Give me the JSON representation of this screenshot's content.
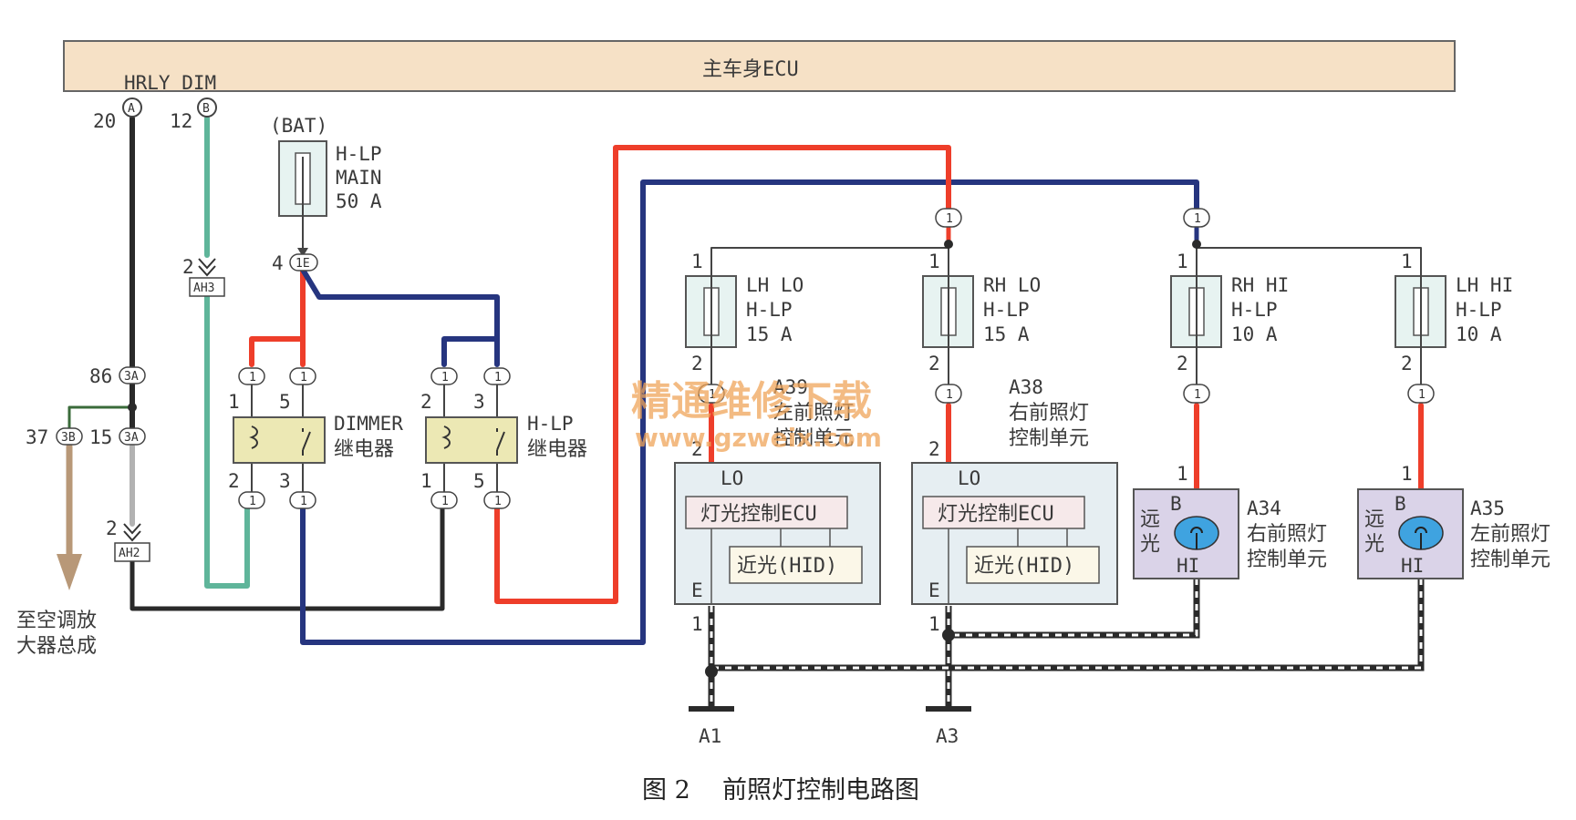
{
  "ecu": {
    "title": "主车身ECU",
    "pins_label": "HRLY DIM",
    "pin_a": "A",
    "pin_b": "B",
    "pin_a_num": "20",
    "pin_b_num": "12"
  },
  "fuse_main": {
    "bat": "(BAT)",
    "name1": "H-LP",
    "name2": "MAIN",
    "rating": "50 A",
    "out_pin": "4",
    "out_conn": "1E"
  },
  "connectors": {
    "ah3_pin": "2",
    "ah3": "AH3",
    "ah2_pin": "2",
    "ah2": "AH2",
    "c3a": "3A",
    "c3b": "3B",
    "p86": "86",
    "p15": "15",
    "p37": "37",
    "generic": "1"
  },
  "dimmer": {
    "label1": "DIMMER",
    "label2": "继电器",
    "pin1": "1",
    "pin5": "5",
    "pin2": "2",
    "pin3": "3"
  },
  "hlp_relay": {
    "label1": "H-LP",
    "label2": "继电器",
    "pin2": "2",
    "pin3": "3",
    "pin1": "1",
    "pin5": "5"
  },
  "aircon": {
    "line1": "至空调放",
    "line2": "大器总成"
  },
  "fuses": [
    {
      "l1": "LH LO",
      "l2": "H-LP",
      "l3": "15 A",
      "top": "1",
      "bot": "2"
    },
    {
      "l1": "RH LO",
      "l2": "H-LP",
      "l3": "15 A",
      "top": "1",
      "bot": "2"
    },
    {
      "l1": "RH HI",
      "l2": "H-LP",
      "l3": "10 A",
      "top": "1",
      "bot": "2"
    },
    {
      "l1": "LH HI",
      "l2": "H-LP",
      "l3": "10 A",
      "top": "1",
      "bot": "2"
    }
  ],
  "units": [
    {
      "code": "A39",
      "name1": "左前照灯",
      "name2": "控制单元",
      "in_pin": "2",
      "lo": "LO",
      "ecu": "灯光控制ECU",
      "hid": "近光(HID)",
      "e": "E",
      "e_pin": "1"
    },
    {
      "code": "A38",
      "name1": "右前照灯",
      "name2": "控制单元",
      "in_pin": "2",
      "lo": "LO",
      "ecu": "灯光控制ECU",
      "hid": "近光(HID)",
      "e": "E",
      "e_pin": "1"
    }
  ],
  "hi_lamps": [
    {
      "code": "A34",
      "name1": "右前照灯",
      "name2": "控制单元",
      "pin": "1",
      "b": "B",
      "hi": "HI",
      "v1": "远",
      "v2": "光"
    },
    {
      "code": "A35",
      "name1": "左前照灯",
      "name2": "控制单元",
      "pin": "1",
      "b": "B",
      "hi": "HI",
      "v1": "远",
      "v2": "光"
    }
  ],
  "grounds": {
    "a1": "A1",
    "a3": "A3"
  },
  "watermark": {
    "text": "精通维修下载",
    "url": "www.gzweix.com"
  },
  "caption": {
    "fig": "图 2",
    "title": "前照灯控制电路图"
  },
  "colors": {
    "red": "#ee3e2a",
    "blue": "#26357f",
    "green": "#5fb59a",
    "black": "#2a2a2a",
    "gray": "#b2b2b2",
    "brown": "#b89878",
    "ecu_bar": "#f6e1c6",
    "fuse_fill": "#e7f3f1",
    "relay_fill": "#ece8b4",
    "unit_fill": "#e6eef2",
    "lamp_fill": "#dad3e8",
    "bulb": "#3fa3e0"
  }
}
